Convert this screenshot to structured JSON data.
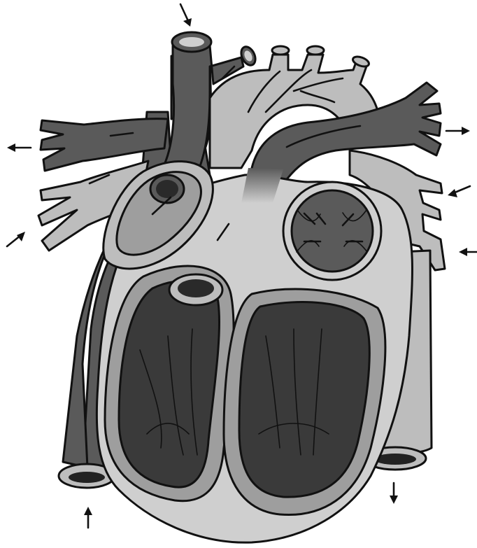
{
  "diagram": {
    "type": "unlabeled-anatomical-illustration",
    "palette": {
      "dark_vessel": "#5a5a5a",
      "light_vessel": "#bdbdbd",
      "heart_wall": "#cfcfcf",
      "chamber_dark": "#3a3a3a",
      "muscle_ring": "#9e9e9e",
      "outline": "#111111",
      "background": "#ffffff"
    },
    "flow_arrows": [
      {
        "id": "top",
        "direction": "down"
      },
      {
        "id": "left-out",
        "direction": "left"
      },
      {
        "id": "left-in",
        "direction": "up-right"
      },
      {
        "id": "right-out",
        "direction": "right"
      },
      {
        "id": "right-in-upper",
        "direction": "left"
      },
      {
        "id": "right-in-lower",
        "direction": "left"
      },
      {
        "id": "bottom-left",
        "direction": "up"
      },
      {
        "id": "bottom-right",
        "direction": "down"
      }
    ]
  }
}
